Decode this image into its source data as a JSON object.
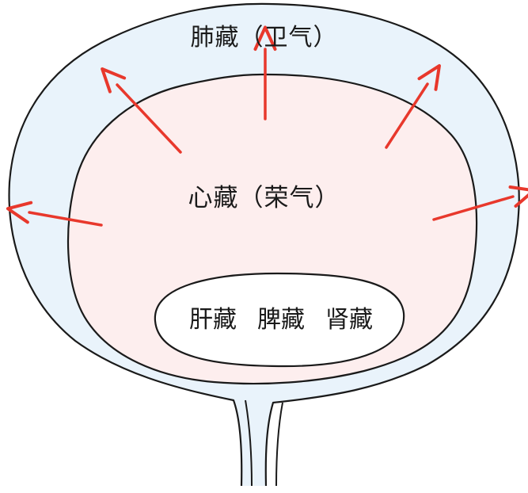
{
  "outer_layer": {
    "label": "肺藏（卫气）",
    "fill": "#e9f3fb"
  },
  "middle_layer": {
    "label": "心藏（荣气）",
    "fill": "#fdeeee"
  },
  "core": {
    "fill": "#ffffff",
    "organs": [
      "肝藏",
      "脾藏",
      "肾藏"
    ]
  },
  "arrow_color": "#e8382c",
  "outline_color": "#1a1a1a"
}
